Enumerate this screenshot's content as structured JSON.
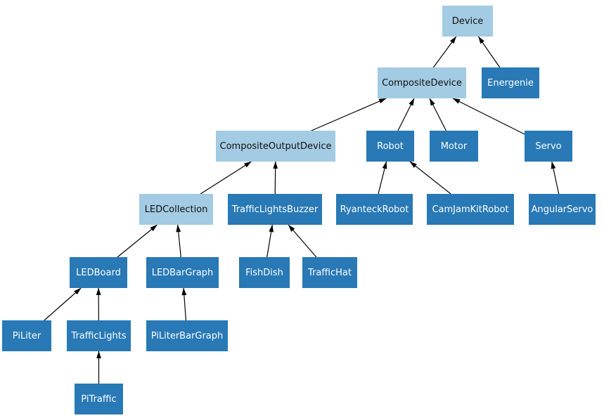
{
  "diagram": {
    "kind": "class-inheritance-tree",
    "background": "#ffffff",
    "colors": {
      "base_node_fill": "#a3cbe3",
      "base_node_text": "#111111",
      "node_fill": "#2879b5",
      "node_text": "#ffffff",
      "edge": "#000000"
    },
    "nodes": [
      {
        "id": "device",
        "label": "Device",
        "variant": "light"
      },
      {
        "id": "compositedevice",
        "label": "CompositeDevice",
        "variant": "light"
      },
      {
        "id": "energenie",
        "label": "Energenie",
        "variant": "dark"
      },
      {
        "id": "compositeoutputdevice",
        "label": "CompositeOutputDevice",
        "variant": "light"
      },
      {
        "id": "robot",
        "label": "Robot",
        "variant": "dark"
      },
      {
        "id": "motor",
        "label": "Motor",
        "variant": "dark"
      },
      {
        "id": "servo",
        "label": "Servo",
        "variant": "dark"
      },
      {
        "id": "ledcollection",
        "label": "LEDCollection",
        "variant": "light"
      },
      {
        "id": "trafficlightsbuzzer",
        "label": "TrafficLightsBuzzer",
        "variant": "dark"
      },
      {
        "id": "ryanteckrobot",
        "label": "RyanteckRobot",
        "variant": "dark"
      },
      {
        "id": "camjamkitrobot",
        "label": "CamJamKitRobot",
        "variant": "dark"
      },
      {
        "id": "angularservo",
        "label": "AngularServo",
        "variant": "dark"
      },
      {
        "id": "ledboard",
        "label": "LEDBoard",
        "variant": "dark"
      },
      {
        "id": "ledbargraph",
        "label": "LEDBarGraph",
        "variant": "dark"
      },
      {
        "id": "fishdish",
        "label": "FishDish",
        "variant": "dark"
      },
      {
        "id": "traffichat",
        "label": "TrafficHat",
        "variant": "dark"
      },
      {
        "id": "piliter",
        "label": "PiLiter",
        "variant": "dark"
      },
      {
        "id": "trafficlights",
        "label": "TrafficLights",
        "variant": "dark"
      },
      {
        "id": "piliterbargraph",
        "label": "PiLiterBarGraph",
        "variant": "dark"
      },
      {
        "id": "pitraffic",
        "label": "PiTraffic",
        "variant": "dark"
      }
    ],
    "edges": [
      {
        "from": "compositedevice",
        "to": "device"
      },
      {
        "from": "energenie",
        "to": "device"
      },
      {
        "from": "compositeoutputdevice",
        "to": "compositedevice"
      },
      {
        "from": "robot",
        "to": "compositedevice"
      },
      {
        "from": "motor",
        "to": "compositedevice"
      },
      {
        "from": "servo",
        "to": "compositedevice"
      },
      {
        "from": "ledcollection",
        "to": "compositeoutputdevice"
      },
      {
        "from": "trafficlightsbuzzer",
        "to": "compositeoutputdevice"
      },
      {
        "from": "ryanteckrobot",
        "to": "robot"
      },
      {
        "from": "camjamkitrobot",
        "to": "robot"
      },
      {
        "from": "angularservo",
        "to": "servo"
      },
      {
        "from": "ledboard",
        "to": "ledcollection"
      },
      {
        "from": "ledbargraph",
        "to": "ledcollection"
      },
      {
        "from": "fishdish",
        "to": "trafficlightsbuzzer"
      },
      {
        "from": "traffichat",
        "to": "trafficlightsbuzzer"
      },
      {
        "from": "piliter",
        "to": "ledboard"
      },
      {
        "from": "trafficlights",
        "to": "ledboard"
      },
      {
        "from": "piliterbargraph",
        "to": "ledbargraph"
      },
      {
        "from": "pitraffic",
        "to": "trafficlights"
      }
    ]
  }
}
